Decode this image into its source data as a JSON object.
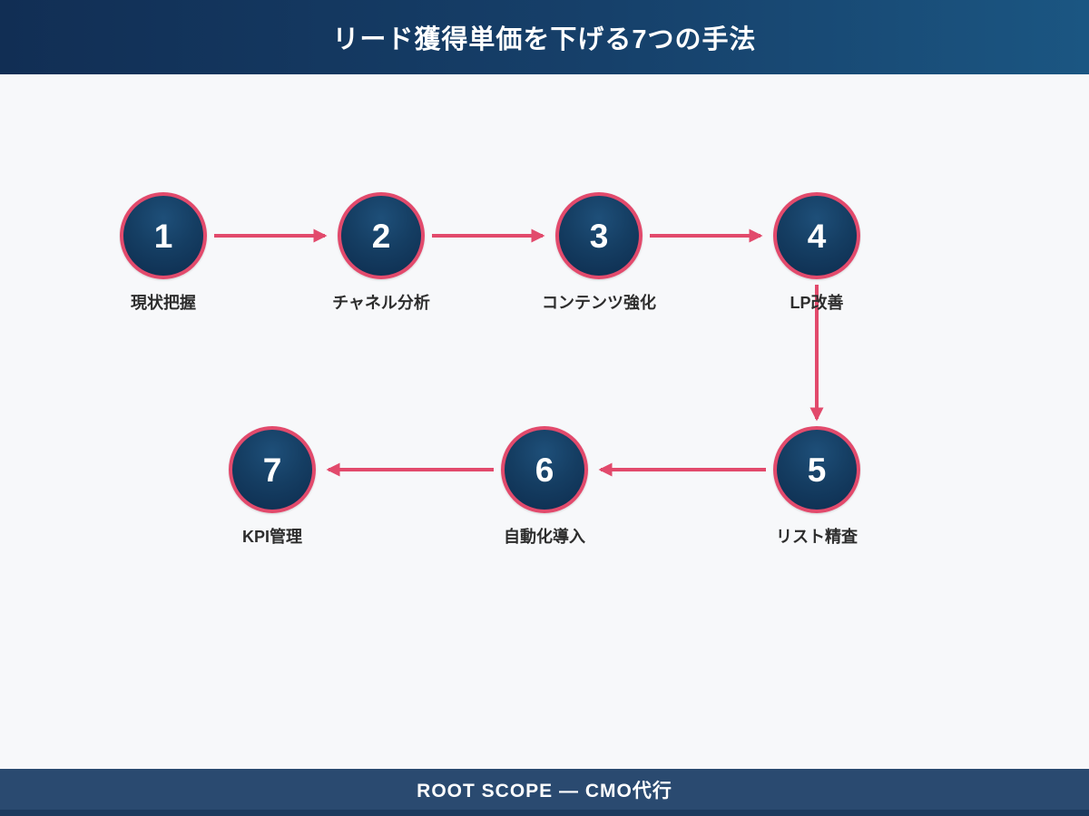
{
  "header": {
    "title": "リード獲得単価を下げる7つの手法"
  },
  "diagram": {
    "type": "flowchart",
    "steps": [
      {
        "number": "1",
        "label": "現状把握"
      },
      {
        "number": "2",
        "label": "チャネル分析"
      },
      {
        "number": "3",
        "label": "コンテンツ強化"
      },
      {
        "number": "4",
        "label": "LP改善"
      },
      {
        "number": "5",
        "label": "リスト精査"
      },
      {
        "number": "6",
        "label": "自動化導入"
      },
      {
        "number": "7",
        "label": "KPI管理"
      }
    ],
    "arrows": [
      {
        "from": "1",
        "to": "2",
        "direction": "right"
      },
      {
        "from": "2",
        "to": "3",
        "direction": "right"
      },
      {
        "from": "3",
        "to": "4",
        "direction": "right"
      },
      {
        "from": "4",
        "to": "5",
        "direction": "down"
      },
      {
        "from": "5",
        "to": "6",
        "direction": "left"
      },
      {
        "from": "6",
        "to": "7",
        "direction": "left"
      }
    ]
  },
  "footer": {
    "brand": "ROOT SCOPE — CMO代行"
  },
  "colors": {
    "background": "#f7f8fa",
    "header_gradient_left": "#112e54",
    "header_gradient_right": "#1b5682",
    "circle_fill_dark": "#0d2c4e",
    "circle_fill_light": "#1e4f79",
    "accent_crimson": "#e24a6c",
    "label_text": "#2d2d2d",
    "footer_bar": "#2a4a70",
    "footer_stripe": "#1c3a5e",
    "white": "#ffffff"
  }
}
